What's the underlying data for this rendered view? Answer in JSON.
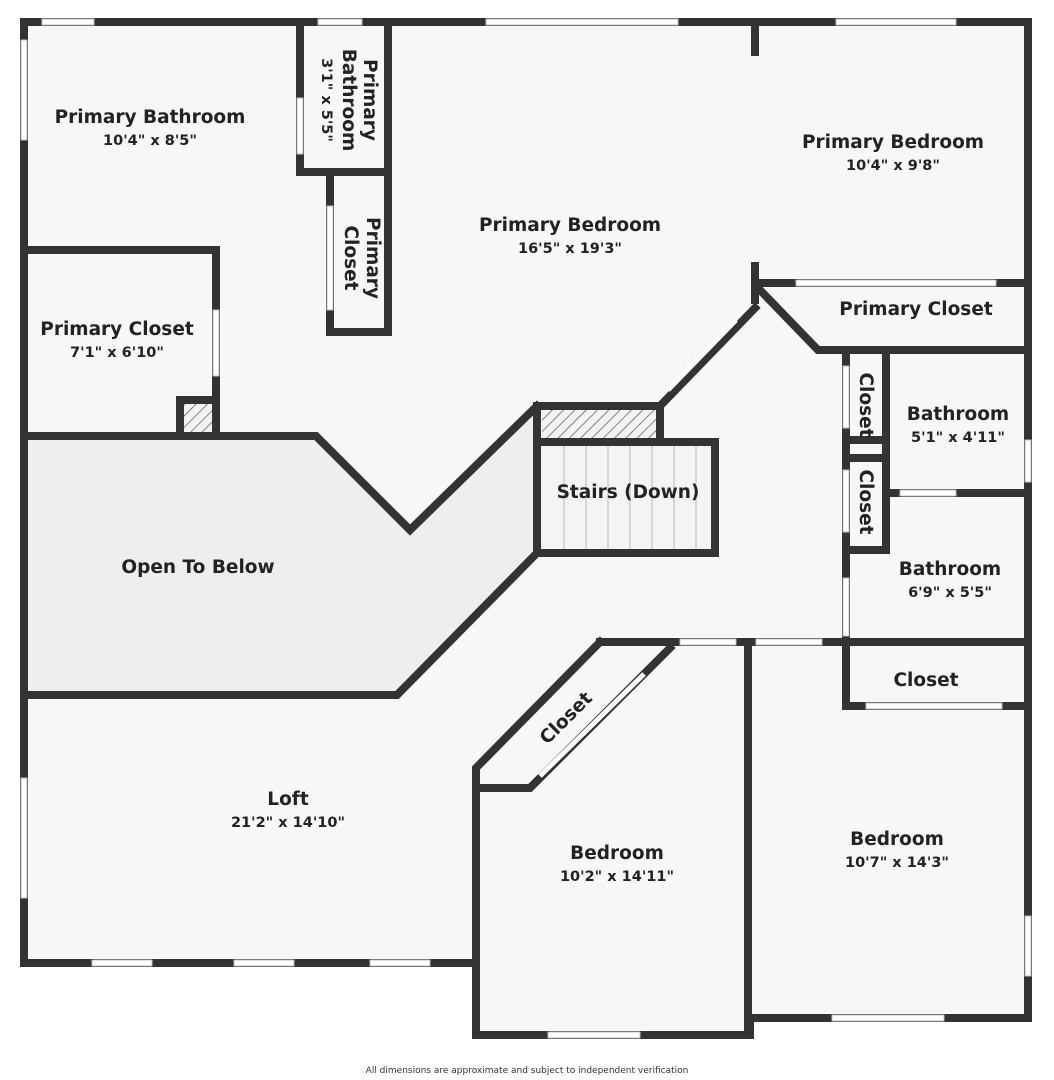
{
  "colors": {
    "wall": "#333333",
    "floor": "#f7f7f7",
    "open_to_below": "#eeeeee",
    "window": "#ffffff",
    "text": "#222222"
  },
  "rooms": {
    "primary_bathroom": {
      "name": "Primary Bathroom",
      "dim": "10'4\" x 8'5\""
    },
    "primary_bathroom_small": {
      "name_line1": "Primary",
      "name_line2": "Bathroom",
      "dim": "3'1\" x 5'5\""
    },
    "primary_closet_small": {
      "name_line1": "Primary",
      "name_line2": "Closet"
    },
    "primary_bedroom_main": {
      "name": "Primary Bedroom",
      "dim": "16'5\" x 19'3\""
    },
    "primary_bedroom_nook": {
      "name": "Primary Bedroom",
      "dim": "10'4\" x 9'8\""
    },
    "primary_closet_right": {
      "name": "Primary Closet"
    },
    "primary_closet_left": {
      "name": "Primary Closet",
      "dim": "7'1\" x 6'10\""
    },
    "closet_upper": {
      "name": "Closet"
    },
    "closet_lower": {
      "name": "Closet"
    },
    "bathroom_small": {
      "name": "Bathroom",
      "dim": "5'1\" x 4'11\""
    },
    "bathroom_large": {
      "name": "Bathroom",
      "dim": "6'9\" x 5'5\""
    },
    "stairs": {
      "name": "Stairs (Down)"
    },
    "open_to_below": {
      "name": "Open To Below"
    },
    "closet_right": {
      "name": "Closet"
    },
    "closet_angled": {
      "name": "Closet"
    },
    "loft": {
      "name": "Loft",
      "dim": "21'2\" x 14'10\""
    },
    "bedroom_center": {
      "name": "Bedroom",
      "dim": "10'2\" x 14'11\""
    },
    "bedroom_right": {
      "name": "Bedroom",
      "dim": "10'7\" x 14'3\""
    }
  },
  "footer": {
    "disclaimer": "All dimensions are approximate and subject to independent verification"
  }
}
